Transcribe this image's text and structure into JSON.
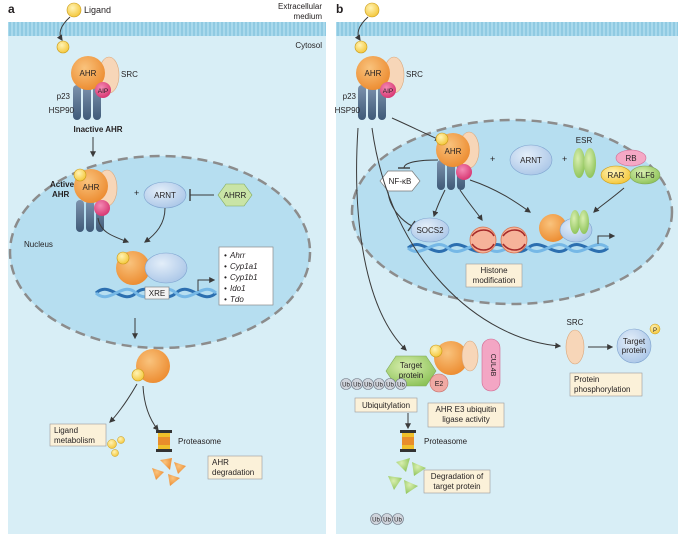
{
  "panel_a": {
    "letter": "a",
    "ligand": "Ligand",
    "extracellular": [
      "Extracellular",
      "medium"
    ],
    "cytosol": "Cytosol",
    "ahr": "AHR",
    "src": "SRC",
    "aip": "AIP",
    "p23": "p23",
    "hsp90": "HSP90",
    "inactive": "Inactive AHR",
    "active": [
      "Active",
      "AHR"
    ],
    "plus": "+",
    "arnt": "ARNT",
    "ahrr": "AHRR",
    "nucleus": "Nucleus",
    "xre": "XRE",
    "genes": [
      "Ahrr",
      "Cyp1a1",
      "Cyp1b1",
      "Ido1",
      "Tdo"
    ],
    "ligand_metabolism": [
      "Ligand",
      "metabolism"
    ],
    "proteasome": "Proteasome",
    "ahr_degradation": [
      "AHR",
      "degradation"
    ]
  },
  "panel_b": {
    "letter": "b",
    "ahr": "AHR",
    "src": "SRC",
    "aip": "AIP",
    "p23": "p23",
    "hsp90": "HSP90",
    "plus1": "+",
    "plus2": "+",
    "arnt": "ARNT",
    "esr": "ESR",
    "rb": "RB",
    "rar": "RAR",
    "klf6": "KLF6",
    "nfkb": "NF-κB",
    "socs2": "SOCS2",
    "histone": [
      "Histone",
      "modification"
    ],
    "src2": "SRC",
    "target_protein_p": [
      "Target",
      "protein"
    ],
    "phospho_p": "P",
    "protein_phosphorylation": [
      "Protein",
      "phosphorylation"
    ],
    "target_protein": [
      "Target",
      "protein"
    ],
    "e2": "E2",
    "cul4b": "CUL4B",
    "ub": "Ub",
    "ubiquitylation": "Ubiquitylation",
    "e3_activity": [
      "AHR E3 ubiquitin",
      "ligase activity"
    ],
    "proteasome": "Proteasome",
    "degradation_target": [
      "Degradation of",
      "target protein"
    ]
  }
}
